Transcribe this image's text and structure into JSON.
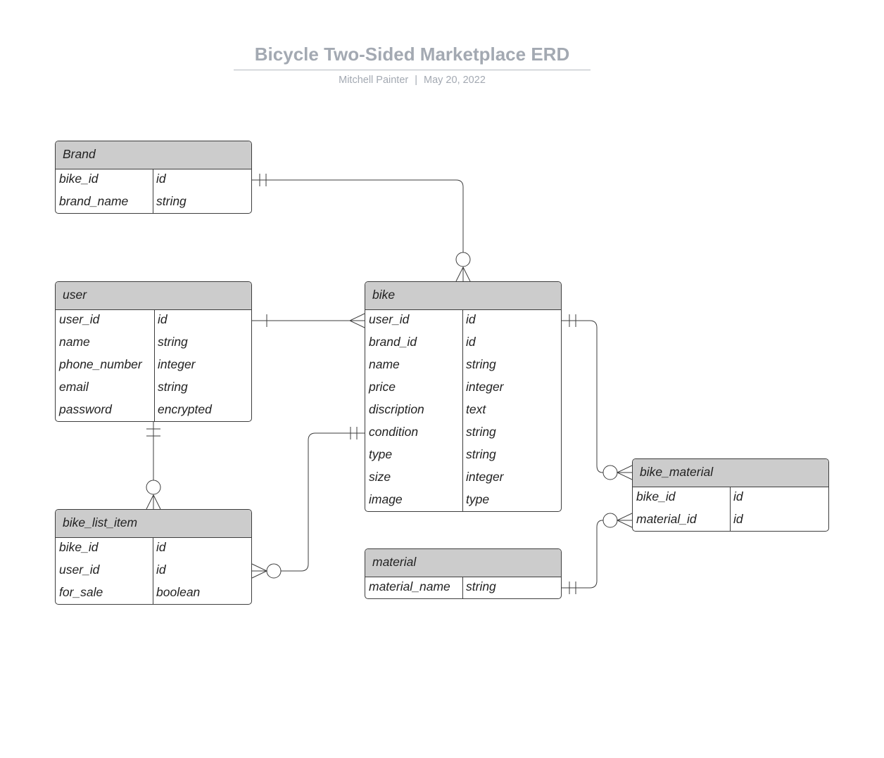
{
  "title": "Bicycle Two-Sided Marketplace ERD",
  "author": "Mitchell Painter",
  "separator": "|",
  "date": "May 20, 2022",
  "colors": {
    "header_fill": "#cccccc",
    "border": "#3d3d3d",
    "title_text": "#a3a9b2"
  },
  "entities": {
    "brand": {
      "name": "Brand",
      "fields": [
        {
          "name": "bike_id",
          "type": "id"
        },
        {
          "name": "brand_name",
          "type": "string"
        }
      ]
    },
    "user": {
      "name": "user",
      "fields": [
        {
          "name": "user_id",
          "type": "id"
        },
        {
          "name": "name",
          "type": "string"
        },
        {
          "name": "phone_number",
          "type": "integer"
        },
        {
          "name": "email",
          "type": "string"
        },
        {
          "name": "password",
          "type": "encrypted"
        }
      ]
    },
    "bike": {
      "name": "bike",
      "fields": [
        {
          "name": "user_id",
          "type": "id"
        },
        {
          "name": "brand_id",
          "type": "id"
        },
        {
          "name": "name",
          "type": "string"
        },
        {
          "name": "price",
          "type": "integer"
        },
        {
          "name": "discription",
          "type": "text"
        },
        {
          "name": "condition",
          "type": "string"
        },
        {
          "name": "type",
          "type": "string"
        },
        {
          "name": "size",
          "type": "integer"
        },
        {
          "name": "image",
          "type": "type"
        }
      ]
    },
    "bike_list_item": {
      "name": "bike_list_item",
      "fields": [
        {
          "name": "bike_id",
          "type": "id"
        },
        {
          "name": "user_id",
          "type": "id"
        },
        {
          "name": "for_sale",
          "type": "boolean"
        }
      ]
    },
    "material": {
      "name": "material",
      "fields": [
        {
          "name": "material_name",
          "type": "string"
        }
      ]
    },
    "bike_material": {
      "name": "bike_material",
      "fields": [
        {
          "name": "bike_id",
          "type": "id"
        },
        {
          "name": "material_id",
          "type": "id"
        }
      ]
    }
  },
  "relationships": [
    {
      "from": "Brand",
      "from_cardinality": "one-and-only-one",
      "to": "bike",
      "to_cardinality": "zero-or-many"
    },
    {
      "from": "user",
      "from_cardinality": "one",
      "to": "bike",
      "to_cardinality": "many"
    },
    {
      "from": "user",
      "from_cardinality": "one-and-only-one",
      "to": "bike_list_item",
      "to_cardinality": "zero-or-many"
    },
    {
      "from": "bike",
      "from_cardinality": "one-and-only-one",
      "to": "bike_list_item",
      "to_cardinality": "zero-or-many"
    },
    {
      "from": "bike",
      "from_cardinality": "one-and-only-one",
      "to": "bike_material",
      "to_cardinality": "zero-or-many"
    },
    {
      "from": "material",
      "from_cardinality": "one-and-only-one",
      "to": "bike_material",
      "to_cardinality": "zero-or-many"
    }
  ]
}
